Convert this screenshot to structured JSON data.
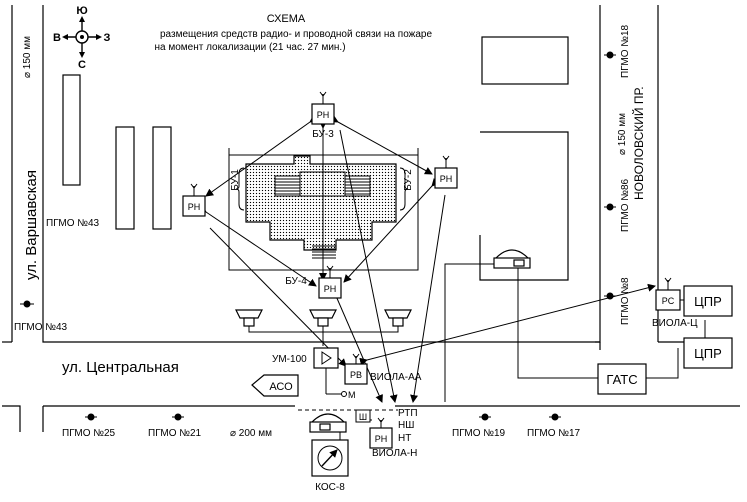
{
  "title": "СХЕМА",
  "subtitle_line1": "размещения средств радио- и проводной связи на пожаре",
  "subtitle_line2": "на момент локализации (21 час. 27 мин.)",
  "compass": {
    "north": "С",
    "south": "Ю",
    "west": "В",
    "east": "З"
  },
  "streets": {
    "left": "ул. Варшавская",
    "bottom": "ул. Центральная",
    "right": "НОВОЛОВСКИЙ ПР."
  },
  "pipes": {
    "left": "⌀ 150 мм",
    "right": "⌀ 150 мм",
    "bottom": "⌀ 200 мм"
  },
  "hydrants": {
    "left_mid": "ПГМО №43",
    "left_bottom": "ПГМО №43",
    "right_top": "ПГМО №18",
    "right_mid": "ПГМО №86",
    "right_bottom": "ПГМО №8",
    "b25": "ПГМО №25",
    "b21": "ПГМО №21",
    "b19": "ПГМО №19",
    "b17": "ПГМО №17"
  },
  "sectors": {
    "bu1": "БУ-1",
    "bu2": "БУ-2",
    "bu3": "БУ-3",
    "bu4": "БУ-4"
  },
  "devices": {
    "rn": "РН",
    "rv": "РВ",
    "rs": "РС",
    "um100": "УМ-100",
    "viola_aa": "ВИОЛА-АА",
    "viola_c": "ВИОЛА-Ц",
    "viola_n": "ВИОЛА-Н",
    "m": "М",
    "sh": "Ш",
    "rtp": "РТП",
    "nsh": "НШ",
    "nt": "НТ",
    "kos8": "КОС-8",
    "aso": "АСО",
    "gats": "ГАТС",
    "cpr": "ЦПР"
  }
}
